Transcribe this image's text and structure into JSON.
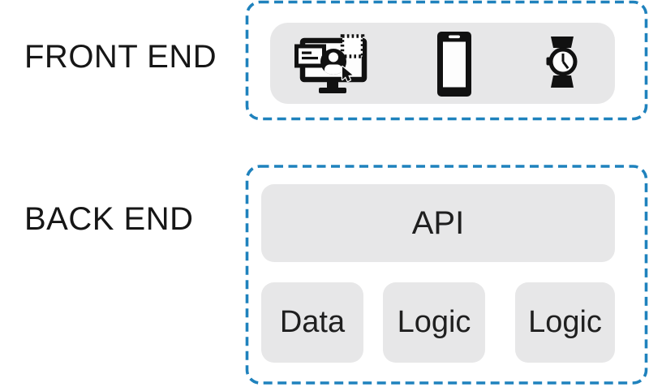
{
  "front_end": {
    "label": "FRONT END",
    "device_icons": [
      "desktop-ui-design-icon",
      "smartphone-icon",
      "smartwatch-icon"
    ]
  },
  "back_end": {
    "label": "BACK END",
    "api_label": "API",
    "services": [
      "Data",
      "Logic",
      "Logic"
    ]
  },
  "colors": {
    "dashed_border_blue": "#1f82bd",
    "panel_gray": "#e7e7e8",
    "icon_black": "#111111",
    "text": "#1f1f1f"
  }
}
